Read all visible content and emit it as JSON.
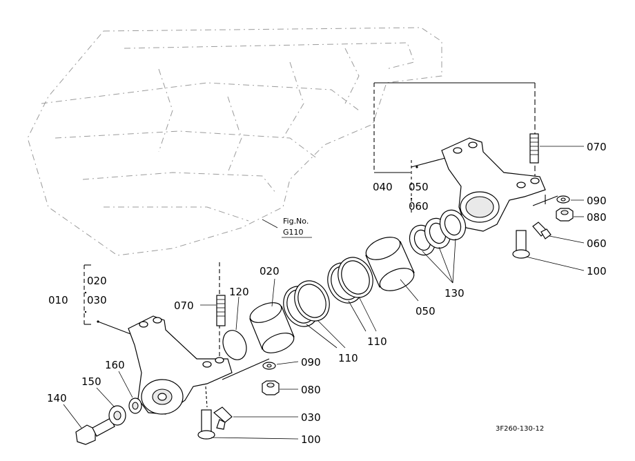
{
  "figure_ref": {
    "line1": "Fig.No.",
    "line2": "G110"
  },
  "drawing_code": "3F260-130-12",
  "labels": {
    "l010": "010",
    "l020a": "020",
    "l030a": "030",
    "l020b": "020",
    "l070a": "070",
    "l120": "120",
    "l110a": "110",
    "l110b": "110",
    "l050": "050",
    "l130": "130",
    "l040": "040",
    "l050b": "050",
    "l060a": "060",
    "l070b": "070",
    "l090a": "090",
    "l080a": "080",
    "l060b": "060",
    "l100a": "100",
    "l090b": "090",
    "l080b": "080",
    "l030b": "030",
    "l100b": "100",
    "l140": "140",
    "l150": "150",
    "l160": "160"
  }
}
